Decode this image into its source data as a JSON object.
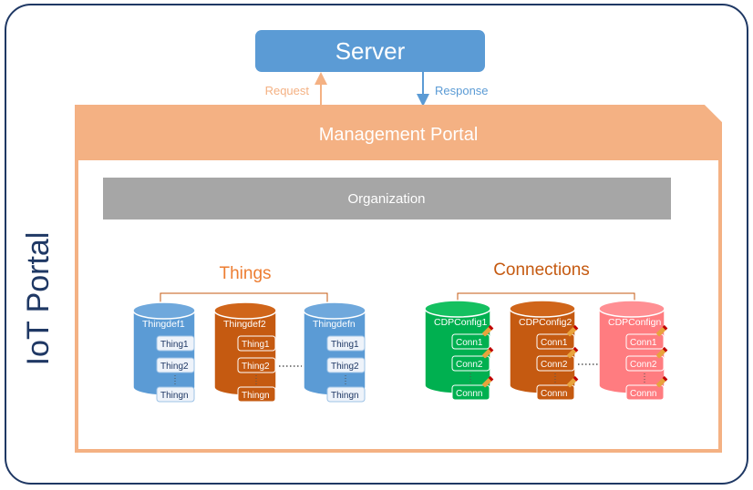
{
  "portal": {
    "label": "IoT Portal"
  },
  "server": {
    "label": "Server"
  },
  "arrows": {
    "request": "Request",
    "response": "Response"
  },
  "management": {
    "label": "Management Portal"
  },
  "organization": {
    "label": "Organization"
  },
  "things": {
    "title": "Things",
    "defs": [
      {
        "name": "Thingdef1",
        "items": [
          "Thing1",
          "Thing2",
          "Thingn"
        ]
      },
      {
        "name": "Thingdef2",
        "items": [
          "Thing1",
          "Thing2",
          "Thingn"
        ]
      },
      {
        "name": "Thingdefn",
        "items": [
          "Thing1",
          "Thing2",
          "Thingn"
        ]
      }
    ]
  },
  "connections": {
    "title": "Connections",
    "configs": [
      {
        "name": "CDPConfig1",
        "items": [
          "Conn1",
          "Conn2",
          "Connn"
        ]
      },
      {
        "name": "CDPConfig2",
        "items": [
          "Conn1",
          "Conn2",
          "Connn"
        ]
      },
      {
        "name": "CDPConfign",
        "items": [
          "Conn1",
          "Conn2",
          "Connn"
        ]
      }
    ]
  },
  "colors": {
    "accent_blue": "#4a8fd0",
    "orange": "#c55a11",
    "salmon": "#f4b183",
    "green": "#00b050",
    "pink": "#ff7c80",
    "gray": "#a6a6a6",
    "frame": "#1f3864"
  }
}
